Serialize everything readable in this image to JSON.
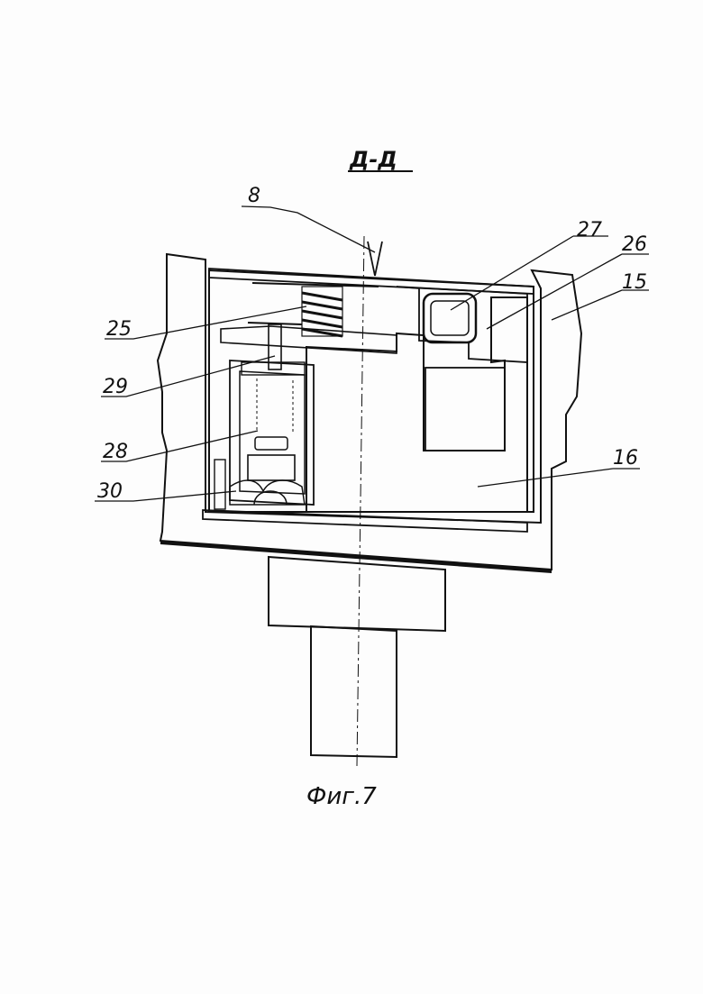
{
  "section_title": "Д-Д",
  "figure_caption": "Фиг.7",
  "callouts": [
    {
      "text": "8"
    },
    {
      "text": "27"
    },
    {
      "text": "26"
    },
    {
      "text": "15"
    },
    {
      "text": "25"
    },
    {
      "text": "29"
    },
    {
      "text": "28"
    },
    {
      "text": "30"
    },
    {
      "text": "16"
    }
  ],
  "colors": {
    "ink": "#111111",
    "paper": "#fdfdfd"
  }
}
